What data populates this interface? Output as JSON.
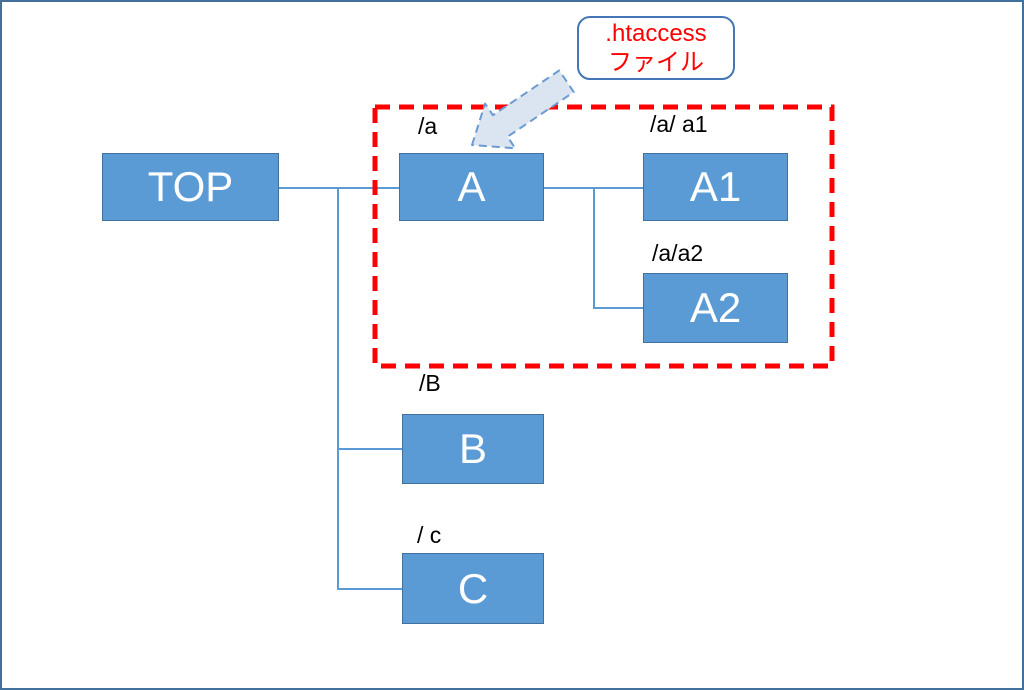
{
  "callout": {
    "line1": ".htaccess",
    "line2": "ファイル"
  },
  "nodes": {
    "top": {
      "label": "TOP"
    },
    "a": {
      "label": "A",
      "path": "/a"
    },
    "a1": {
      "label": "A1",
      "path": "/a/ a1"
    },
    "a2": {
      "label": "A2",
      "path": "/a/a2"
    },
    "b": {
      "label": "B",
      "path": "/B"
    },
    "c": {
      "label": "C",
      "path": "/ c"
    }
  },
  "colors": {
    "box_fill": "#5b9bd5",
    "box_border": "#41719c",
    "connector": "#5b9bd5",
    "highlight_outline": "#ff0000",
    "arrow_fill": "#dbe5f1",
    "arrow_stroke": "#6b9bd2",
    "callout_border": "#4576b5",
    "callout_text": "#fe0000",
    "path_label_text": "#000000",
    "canvas_border": "#41719c"
  }
}
